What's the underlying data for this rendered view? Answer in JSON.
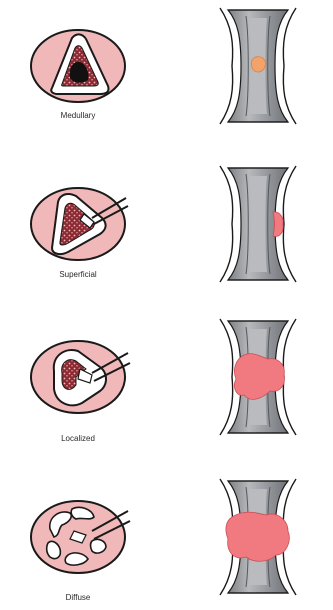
{
  "stages": [
    {
      "id": "medullary",
      "label": "Medullary"
    },
    {
      "id": "superficial",
      "label": "Superficial"
    },
    {
      "id": "localized",
      "label": "Localized"
    },
    {
      "id": "diffuse",
      "label": "Diffuse"
    }
  ],
  "colors": {
    "background": "#ffffff",
    "cross_section_fill": "#f0b8b8",
    "cortex_fill": "#ffffff",
    "infection_stipple": "#c23a44",
    "necrotic_core": "#111111",
    "bone_shaft": "#9b9ea2",
    "bone_shaft_highlight": "#c9cbcd",
    "lesion": "#f07a80",
    "outline": "#1a1a1a"
  }
}
